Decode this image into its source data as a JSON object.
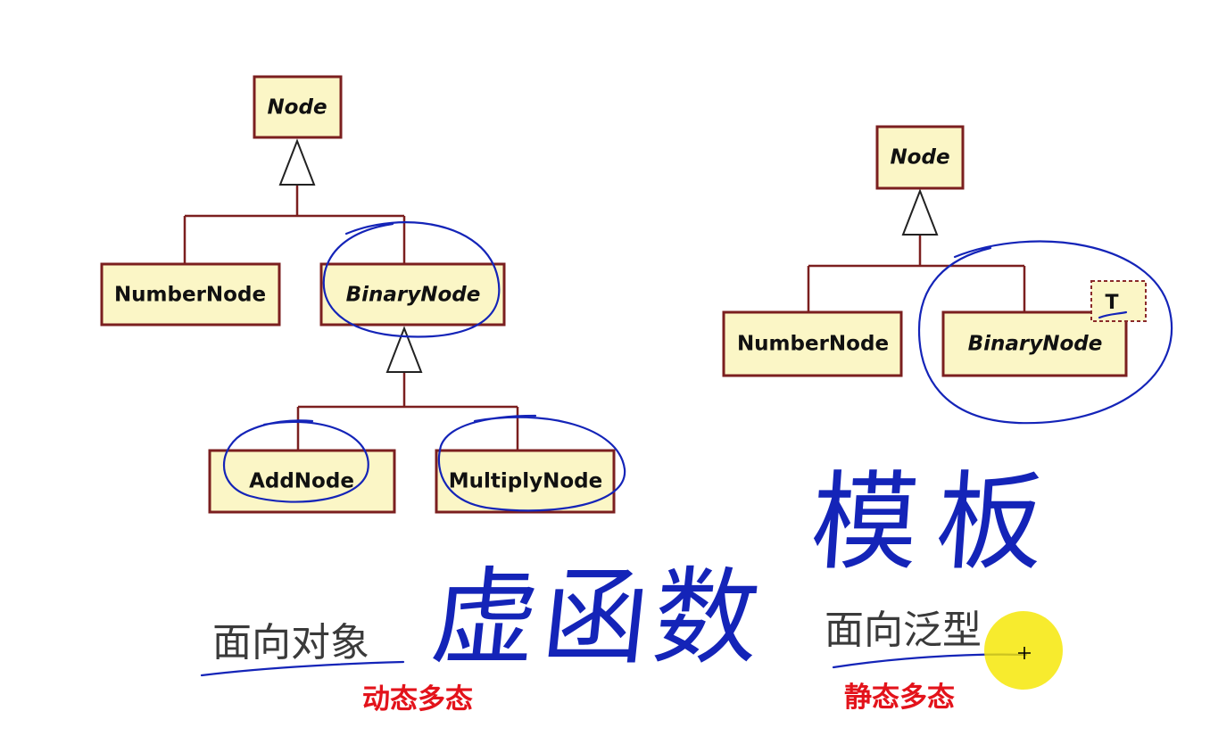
{
  "left_hierarchy": {
    "root": "Node",
    "children": [
      "NumberNode",
      "BinaryNode"
    ],
    "grandchildren": [
      "AddNode",
      "MultiplyNode"
    ]
  },
  "right_hierarchy": {
    "root": "Node",
    "children": [
      "NumberNode",
      "BinaryNode"
    ],
    "template_param": "T"
  },
  "labels": {
    "oop": "面向对象",
    "generic": "面向泛型",
    "dynamic_poly": "动态多态",
    "static_poly": "静态多态"
  },
  "handwriting": {
    "virtual_function": "虚函数",
    "template": "模板"
  },
  "colors": {
    "box_fill": "#fbf6c6",
    "box_border": "#7b1f1f",
    "ink": "#1424b8",
    "red_label": "#e3131b",
    "cursor_highlight": "#f5e600"
  }
}
